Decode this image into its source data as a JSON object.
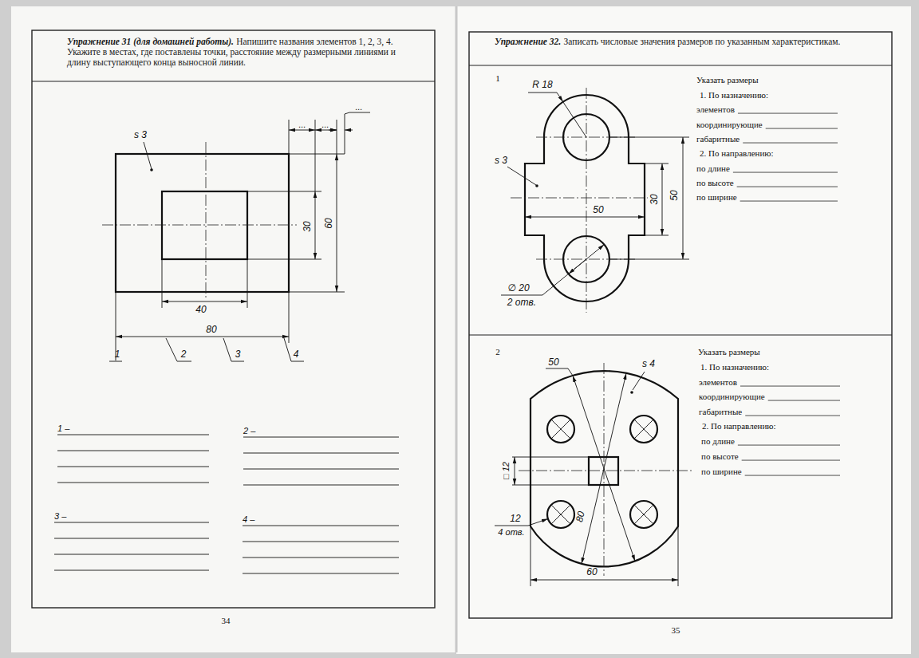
{
  "diagram": {
    "nodes": [
      {
        "text": [
          "Упражнение 31 (для домашней работы).",
          "Напишите названия элементов 1, 2, 3, 4. Укажите в местах, где поставлены точки, расстояние между размерными линиями и длину выступающего конца выносной линии."
        ]
      },
      {
        "text": [
          "Упражнение 32.",
          "Записать числовые значения размеров по указанным характеристикам."
        ]
      }
    ],
    "labels": [
      "s 3",
      "60",
      "30",
      "40",
      "80",
      "...",
      "...",
      "...",
      "1",
      "2",
      "3",
      "4",
      "1 –",
      "2 –",
      "3 –",
      "4 –",
      "34",
      "1",
      "R 18",
      "s 3",
      "50",
      "30",
      "50",
      "∅ 20",
      "2 отв.",
      "Указать размеры",
      "1. По назначению:",
      "элементов",
      "координирующие",
      "габаритные",
      "2. По направлению:",
      "по длине",
      "по высоте",
      "по ширине",
      "2",
      "50",
      "s 4",
      "□ 12",
      "12",
      "4 отв.",
      "80",
      "60",
      "Указать размеры",
      "1. По назначению:",
      "элементов",
      "координирующие",
      "габаритные",
      "2. По направлению:",
      "по длине",
      "по высоте",
      "по ширине",
      "35"
    ]
  }
}
